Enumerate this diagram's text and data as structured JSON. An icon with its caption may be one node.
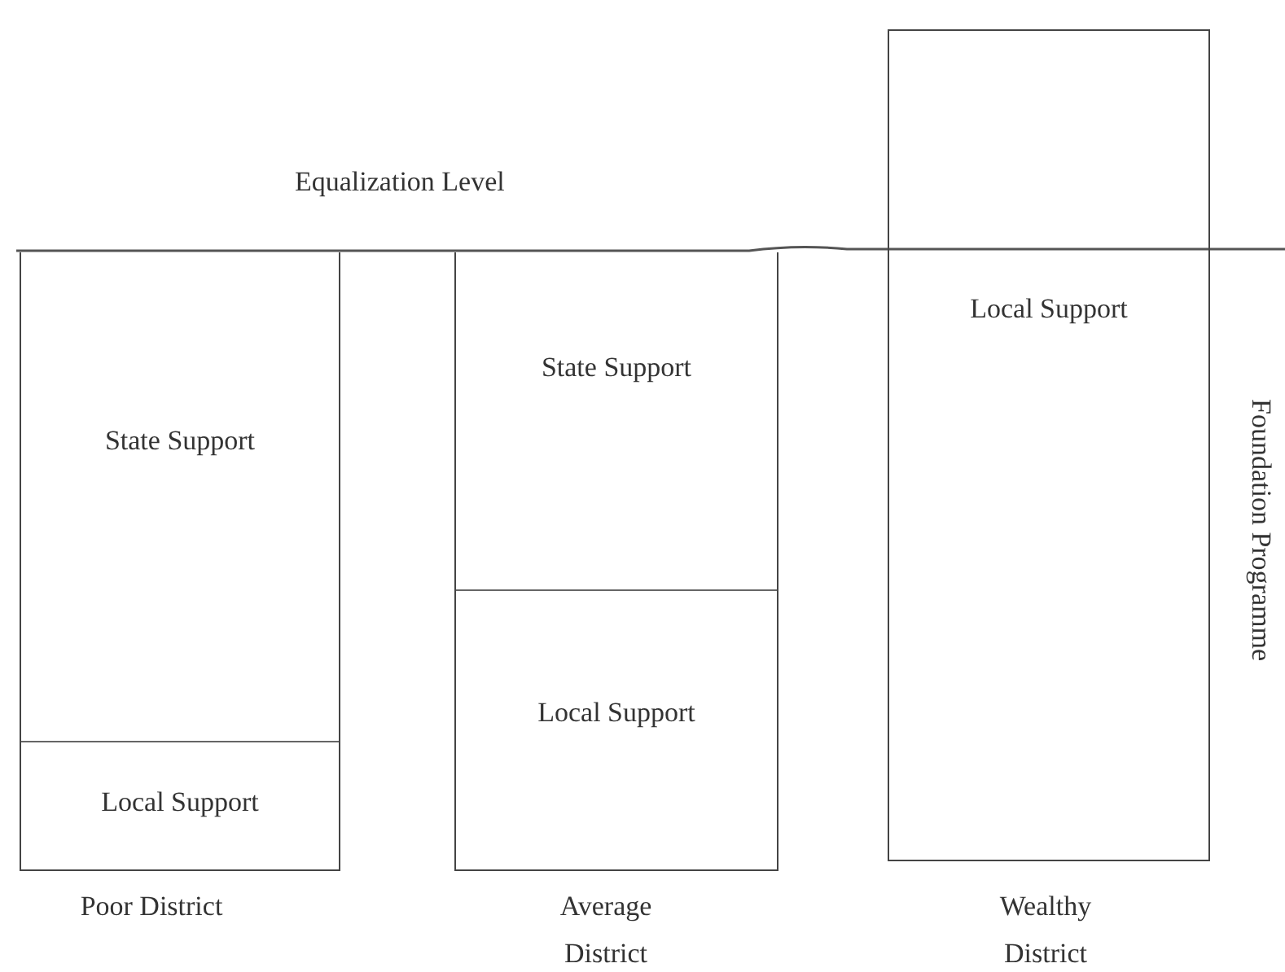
{
  "diagram": {
    "nodes": [
      {
        "text": [],
        "shape": "box",
        "beside": [
          "Poor District"
        ]
      },
      {
        "text": [
          "State Support"
        ],
        "in": 0
      },
      {
        "text": [
          "Local Support"
        ],
        "in": 0
      },
      {
        "text": [],
        "shape": "box",
        "beside": [
          "Average District"
        ]
      },
      {
        "text": [
          "State Support"
        ],
        "in": 3
      },
      {
        "text": [
          "Local Support"
        ],
        "in": 3
      },
      {
        "text": [],
        "shape": "box",
        "beside": [
          "Wealthy District"
        ]
      },
      {
        "text": [
          "Local Support"
        ],
        "in": 6
      }
    ],
    "labels": [
      "Equalization Level",
      "Foundation Programme"
    ]
  }
}
